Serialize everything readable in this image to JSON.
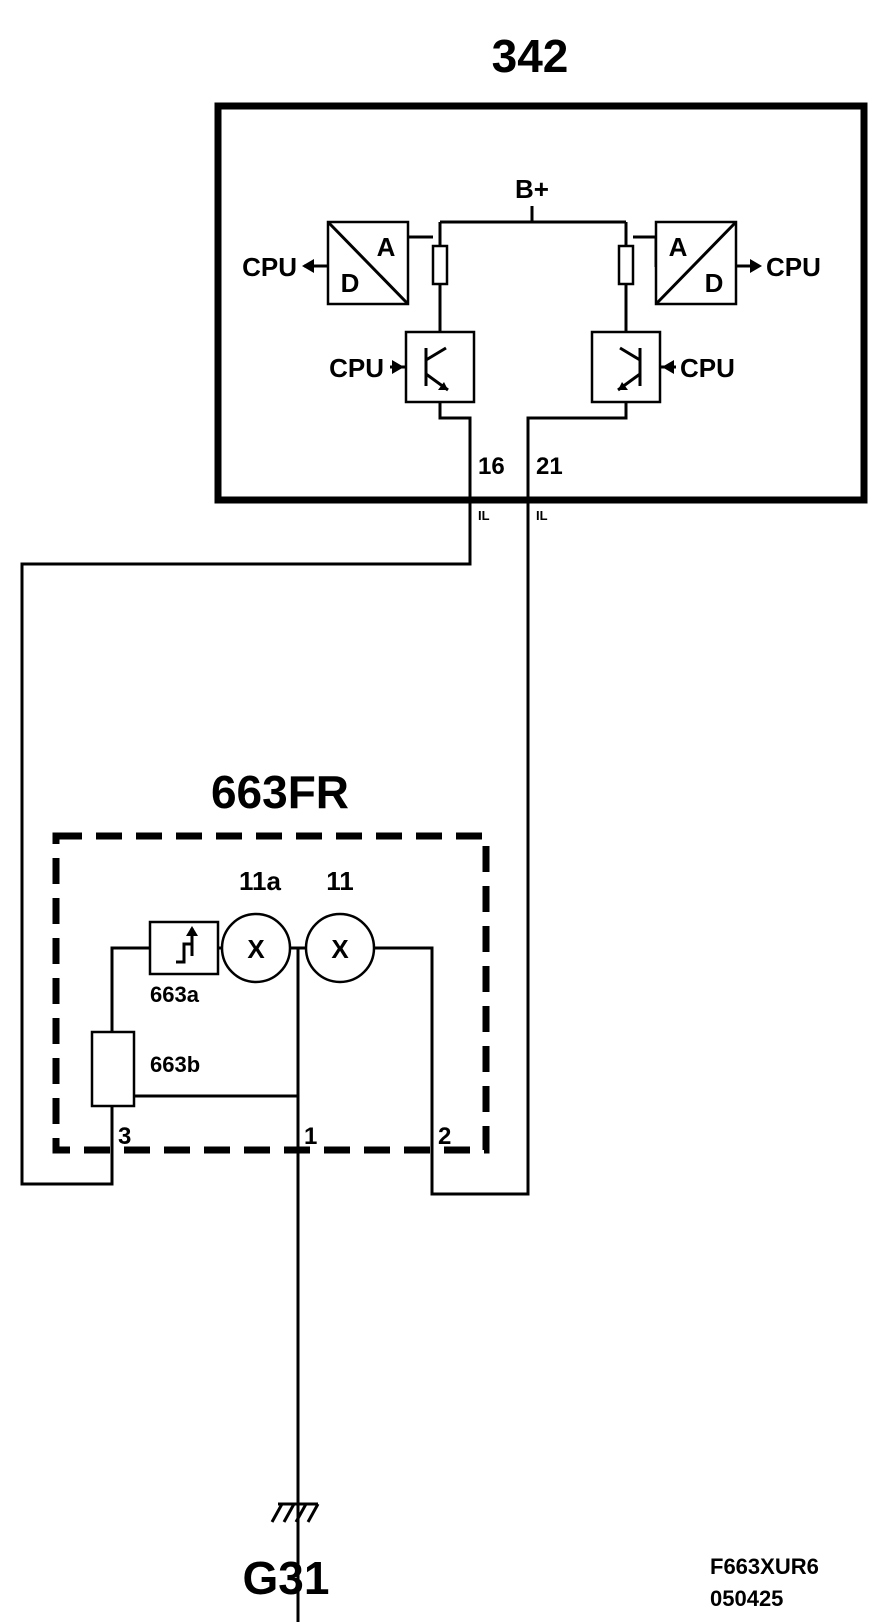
{
  "control_module": {
    "id": "342",
    "supply": "B+",
    "adc_left": {
      "a": "A",
      "d": "D",
      "cpu": "CPU"
    },
    "adc_right": {
      "a": "A",
      "d": "D",
      "cpu": "CPU"
    },
    "driver_left_cpu": "CPU",
    "driver_right_cpu": "CPU",
    "pin_left": "16",
    "pin_right": "21",
    "connector_mark": "IL"
  },
  "lamp_unit": {
    "id": "663FR",
    "bulb_11a": {
      "label": "11a",
      "symbol": "X"
    },
    "bulb_11": {
      "label": "11",
      "symbol": "X"
    },
    "comp_663a": "663a",
    "comp_663b": "663b",
    "pin_1": "1",
    "pin_2": "2",
    "pin_3": "3"
  },
  "ground": {
    "id": "G31"
  },
  "footer": {
    "code": "F663XUR6",
    "date": "050425"
  }
}
